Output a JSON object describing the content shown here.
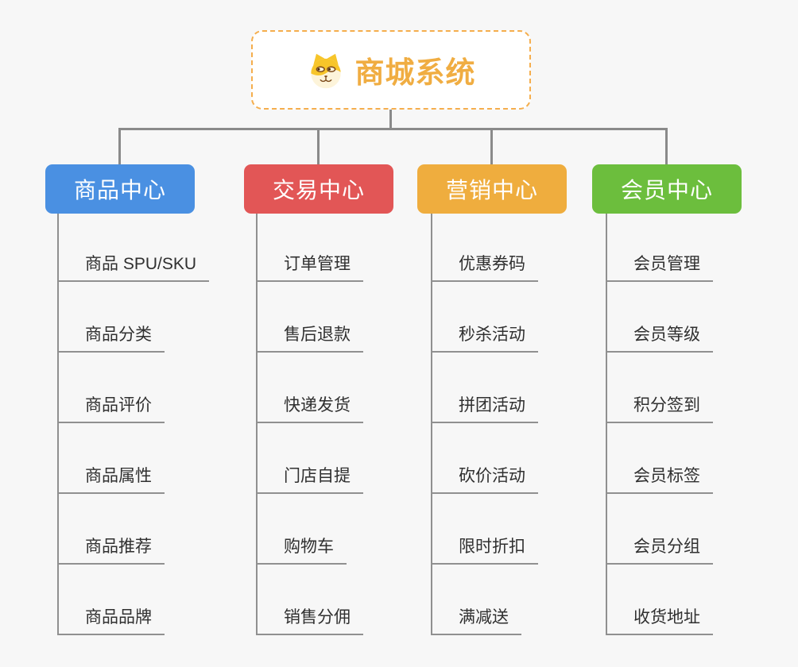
{
  "root": {
    "title": "商城系统",
    "icon": "shiba-dog-icon",
    "title_color": "#f0ad42",
    "border_color": "#f5ae4d"
  },
  "colors": {
    "background": "#f7f7f7",
    "connector": "#8a8a8a",
    "leaf_line": "#909090",
    "leaf_text": "#303030"
  },
  "branches": [
    {
      "label": "商品中心",
      "color": "#4a90e2",
      "items": [
        "商品 SPU/SKU",
        "商品分类",
        "商品评价",
        "商品属性",
        "商品推荐",
        "商品品牌"
      ]
    },
    {
      "label": "交易中心",
      "color": "#e25656",
      "items": [
        "订单管理",
        "售后退款",
        "快递发货",
        "门店自提",
        "购物车",
        "销售分佣"
      ]
    },
    {
      "label": "营销中心",
      "color": "#efad3e",
      "items": [
        "优惠券码",
        "秒杀活动",
        "拼团活动",
        "砍价活动",
        "限时折扣",
        "满减送"
      ]
    },
    {
      "label": "会员中心",
      "color": "#6cbe3d",
      "items": [
        "会员管理",
        "会员等级",
        "积分签到",
        "会员标签",
        "会员分组",
        "收货地址"
      ]
    }
  ]
}
